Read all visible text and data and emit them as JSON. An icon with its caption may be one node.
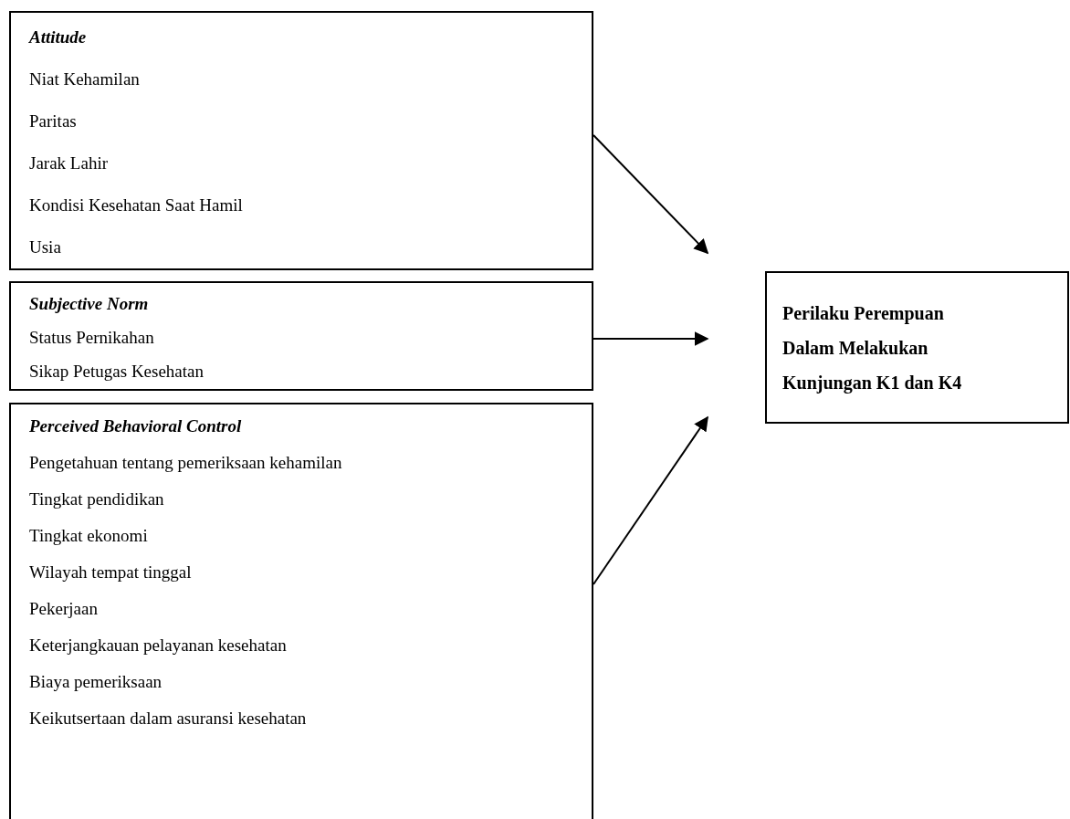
{
  "diagram": {
    "nodes": [
      {
        "text": [
          "Attitude",
          "Niat Kehamilan",
          "Paritas",
          "Jarak Lahir",
          "Kondisi Kesehatan Saat Hamil",
          "Usia"
        ]
      },
      {
        "text": [
          "Subjective Norm",
          "Status Pernikahan",
          "Sikap Petugas Kesehatan"
        ]
      },
      {
        "text": [
          "Perceived Behavioral Control",
          "Pengetahuan tentang pemeriksaan kehamilan",
          "Tingkat pendidikan",
          "Tingkat ekonomi",
          "Wilayah tempat tinggal",
          "Pekerjaan",
          "Keterjangkauan pelayanan kesehatan",
          "Biaya pemeriksaan",
          "Keikutsertaan dalam asuransi kesehatan"
        ]
      },
      {
        "text": [
          "Perilaku Perempuan Dalam Melakukan Kunjungan K1 dan K4"
        ]
      }
    ],
    "edges": [
      {
        "from": 0,
        "to": 3,
        "arrow": "to"
      },
      {
        "from": 1,
        "to": 3,
        "arrow": "to"
      },
      {
        "from": 2,
        "to": 3,
        "arrow": "to"
      }
    ]
  }
}
